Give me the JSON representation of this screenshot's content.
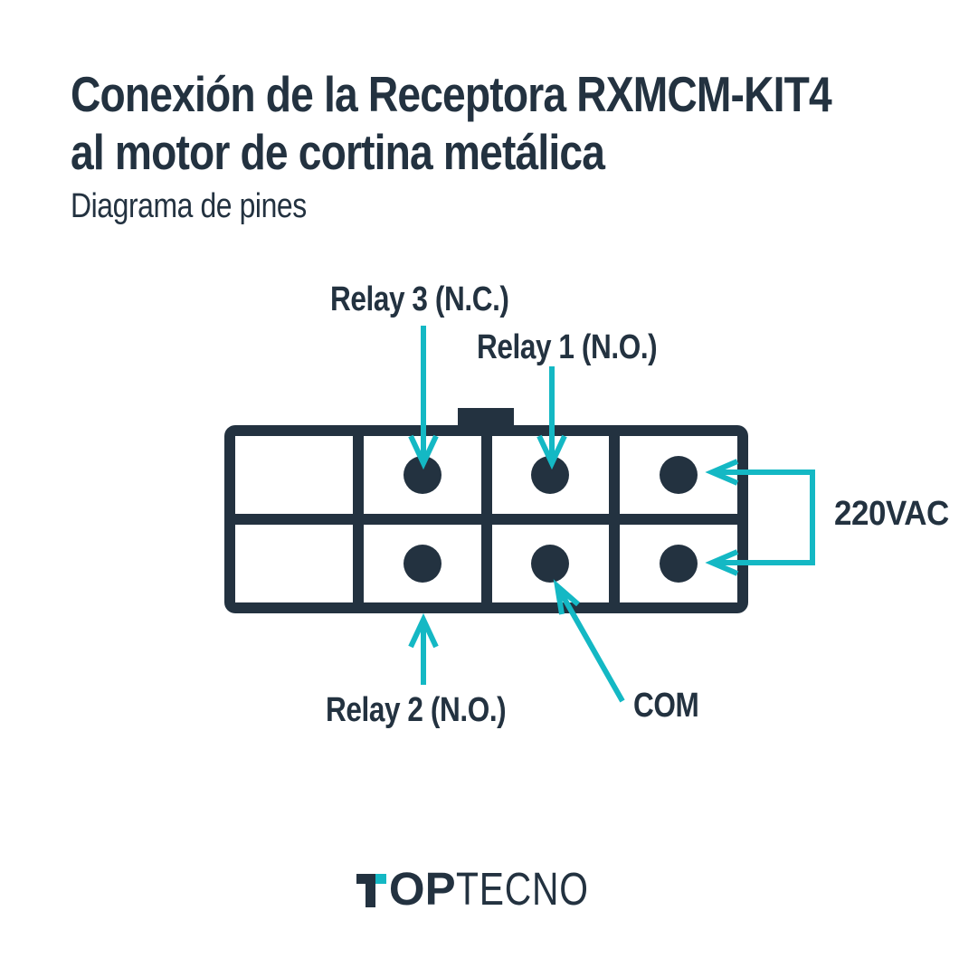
{
  "colors": {
    "ink": "#233240",
    "accent": "#14b8c4",
    "background": "#ffffff"
  },
  "header": {
    "title_line1": "Conexión de la Receptora RXMCM-KIT4",
    "title_line2": "al motor de cortina metálica",
    "subtitle": "Diagrama de pines"
  },
  "diagram": {
    "labels": {
      "relay3": "Relay 3 (N.C.)",
      "relay1": "Relay 1 (N.O.)",
      "relay2": "Relay 2 (N.O.)",
      "com": "COM",
      "vac": "220VAC"
    },
    "connector": {
      "rows": 2,
      "cols": 4,
      "pins": [
        {
          "position": "top-row col-2",
          "connection": "Relay 3 (N.C.)"
        },
        {
          "position": "top-row col-3",
          "connection": "Relay 1 (N.O.)"
        },
        {
          "position": "top-row col-4",
          "connection": "220VAC"
        },
        {
          "position": "bottom-row col-2",
          "connection": "Relay 2 (N.O.)"
        },
        {
          "position": "bottom-row col-3",
          "connection": "COM"
        },
        {
          "position": "bottom-row col-4",
          "connection": "220VAC"
        }
      ]
    }
  },
  "footer": {
    "brand_name": "TOPTECNO",
    "brand_bold_rest": "OP",
    "brand_light": "TECNO"
  }
}
